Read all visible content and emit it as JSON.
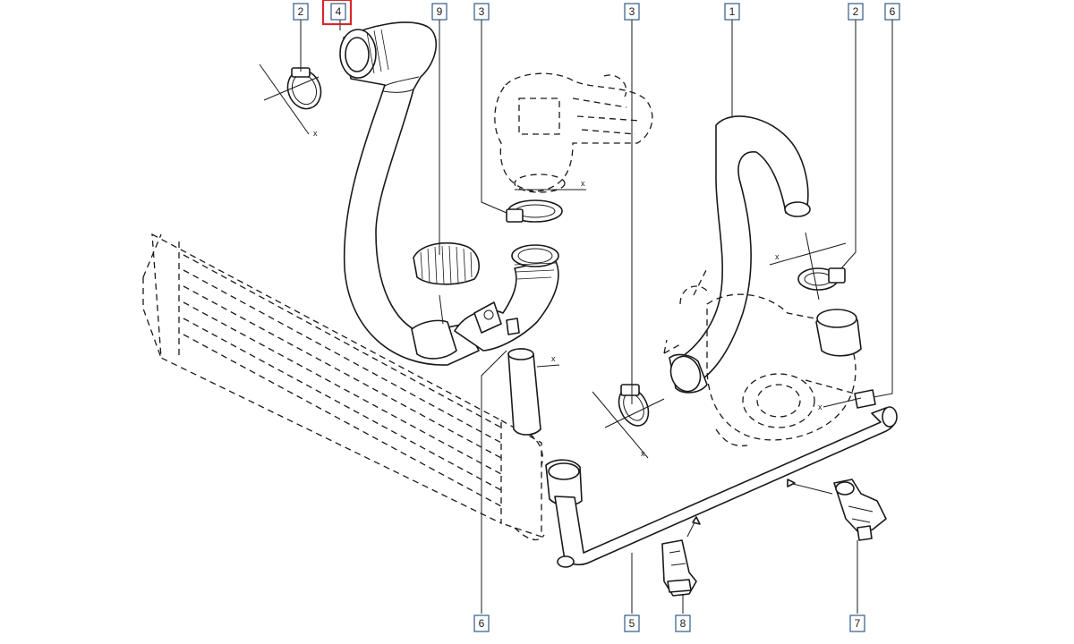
{
  "callouts": [
    {
      "id": "c2-top-left",
      "label": "2"
    },
    {
      "id": "c4",
      "label": "4",
      "highlighted": true
    },
    {
      "id": "c9",
      "label": "9"
    },
    {
      "id": "c3-top",
      "label": "3"
    },
    {
      "id": "c3-mid",
      "label": "3"
    },
    {
      "id": "c1",
      "label": "1"
    },
    {
      "id": "c2-top-right",
      "label": "2"
    },
    {
      "id": "c6-top-right",
      "label": "6"
    },
    {
      "id": "c6-bottom",
      "label": "6"
    },
    {
      "id": "c5",
      "label": "5"
    },
    {
      "id": "c8",
      "label": "8"
    },
    {
      "id": "c7",
      "label": "7"
    }
  ],
  "axis_marks": [
    "x",
    "x",
    "x",
    "x",
    "x",
    "x"
  ],
  "colors": {
    "callout_border": "#2f5a86",
    "highlight": "#d9262a",
    "line": "#1a1a1a"
  }
}
